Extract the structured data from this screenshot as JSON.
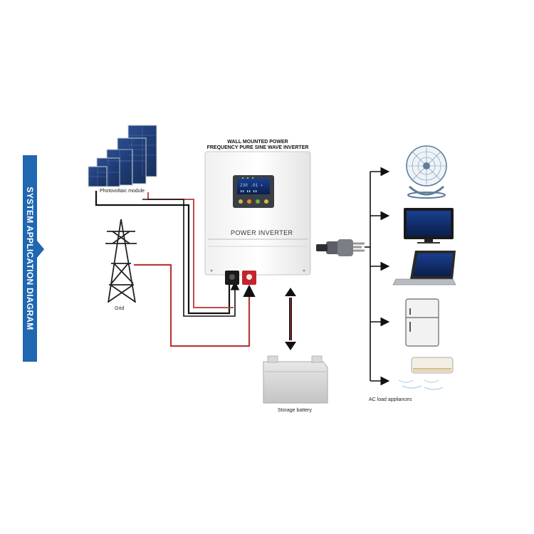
{
  "banner": {
    "title": "SYSTEM APPLICATION DIAGRAM"
  },
  "labels": {
    "inverter_title_line1": "WALL MOUNTED POWER",
    "inverter_title_line2": "FREQUENCY PURE SINE WAVE INVERTER",
    "inverter_panel": "POWER INVERTER",
    "photovoltaic": "Photovoltaic module",
    "grid": "Grid",
    "battery": "Storage battery",
    "appliances": "AC load appliances"
  },
  "colors": {
    "banner": "#1f67b1",
    "pv_wire": "#b83a3a",
    "grid_wire": "#b83a3a",
    "dc_black_wire": "#222222",
    "arrow": "#111111"
  },
  "components": [
    "solar-panels",
    "power-tower",
    "inverter",
    "plug",
    "battery",
    "fan",
    "tv",
    "laptop",
    "fridge",
    "air-conditioner"
  ]
}
